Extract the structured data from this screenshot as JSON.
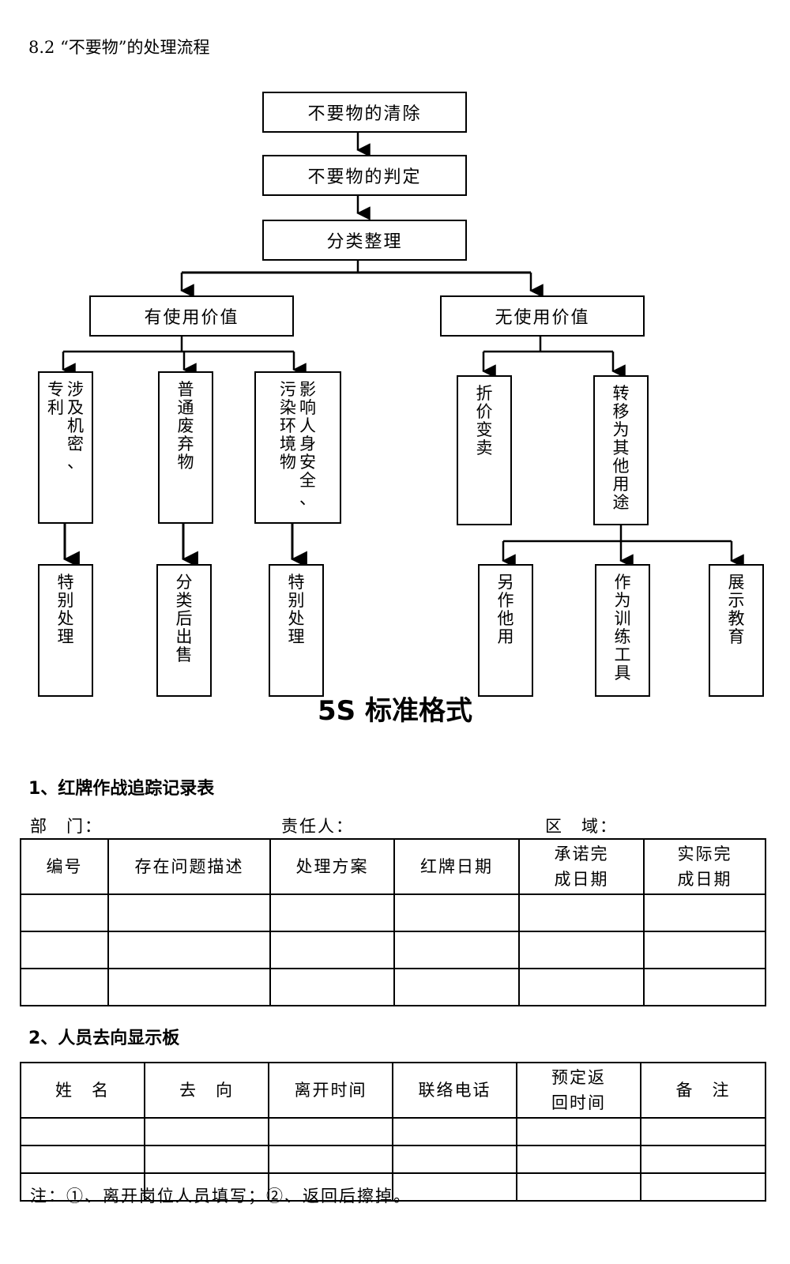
{
  "section_heading": "8.2 “不要物”的处理流程",
  "flow": {
    "step1": "不要物的清除",
    "step2": "不要物的判定",
    "step3": "分类整理",
    "useful": "有使用价值",
    "useless": "无使用价值",
    "useful_children": [
      {
        "columns": [
          "涉及机密、",
          "专利"
        ],
        "result": [
          "特别处理"
        ]
      },
      {
        "columns": [
          "普通废弃物"
        ],
        "result": [
          "分类后出售"
        ]
      },
      {
        "columns": [
          "影响人身安全、",
          "污染环境物"
        ],
        "result": [
          "特别处理"
        ]
      }
    ],
    "useless_children": [
      {
        "columns": [
          "折价变卖"
        ]
      },
      {
        "columns": [
          "转移为其他用途"
        ]
      }
    ],
    "other_use_children": [
      {
        "columns": [
          "另作他用"
        ]
      },
      {
        "columns": [
          "作为训练工具"
        ]
      },
      {
        "columns": [
          "展示教育"
        ]
      }
    ]
  },
  "main_title": "5S 标准格式",
  "table1": {
    "heading": "1、红牌作战追踪记录表",
    "meta_dept": "部　门：",
    "meta_person": "责任人：",
    "meta_area": "区　域：",
    "headers": [
      "编号",
      "存在问题描述",
      "处理方案",
      "红牌日期",
      "承诺完\n成日期",
      "实际完\n成日期"
    ],
    "rows": [
      [
        "",
        "",
        "",
        "",
        "",
        ""
      ],
      [
        "",
        "",
        "",
        "",
        "",
        ""
      ],
      [
        "",
        "",
        "",
        "",
        "",
        ""
      ]
    ]
  },
  "table2": {
    "heading": "2、人员去向显示板",
    "headers": [
      "姓　名",
      "去　向",
      "离开时间",
      "联络电话",
      "预定返\n回时间",
      "备　注"
    ],
    "rows": [
      [
        "",
        "",
        "",
        "",
        "",
        ""
      ],
      [
        "",
        "",
        "",
        "",
        "",
        ""
      ],
      [
        "",
        "",
        "",
        "",
        "",
        ""
      ]
    ]
  },
  "note": "注：①、离开岗位人员填写；②、返回后擦掉。"
}
